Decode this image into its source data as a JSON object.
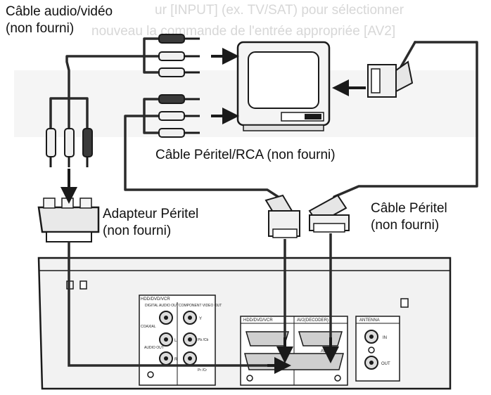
{
  "labels": {
    "av_cable_line1": "Câble audio/vidéo",
    "av_cable_line2": "(non fourni)",
    "scart_rca_cable": "Câble Péritel/RCA (non fourni)",
    "scart_adapter_line1": "Adapteur Péritel",
    "scart_adapter_line2": "(non fourni)",
    "scart_cable_line1": "Câble Péritel",
    "scart_cable_line2": "(non fourni)"
  },
  "background_text": {
    "line1": "ur [INPUT] (ex. TV/SAT) pour sélectionner",
    "line2": "nouveau la commande de l'entrée appropriée [AV2]"
  },
  "panel": {
    "hdd_dvd_vcr": "HDD/DVD/VCR",
    "digital_audio_out": "DIGITAL AUDIO OUT",
    "coaxial": "COAXIAL",
    "audio_out": "AUDIO OUT",
    "component_video_out": "COMPONENT VIDEO OUT",
    "y": "Y",
    "pb_cb": "Pb /Cb",
    "pr_cr": "Pr /Cr",
    "l": "L",
    "r": "R",
    "scart_hdd_dvd_vcr": "HDD/DVD/VCR",
    "av2_decoder": "AV2(DECODER)",
    "av1_tv": "AV1(TV)",
    "antenna": "ANTENNA",
    "in": "IN",
    "out": "OUT"
  },
  "colors": {
    "ink": "#1a1a1a",
    "cable": "#2b2b2b",
    "device_fill": "#f2f2f2",
    "ghost_text": "#d7d7d7"
  }
}
